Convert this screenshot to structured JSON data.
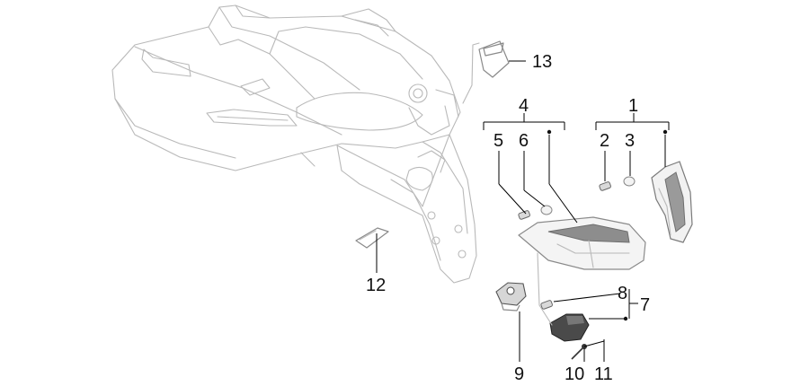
{
  "callouts": {
    "c1": "1",
    "c2": "2",
    "c3": "3",
    "c4": "4",
    "c5": "5",
    "c6": "6",
    "c7": "7",
    "c8": "8",
    "c9": "9",
    "c10": "10",
    "c11": "11",
    "c12": "12",
    "c13": "13"
  },
  "colors": {
    "outline": "#b9b9b9",
    "lens": "#6e6e6e",
    "label": "#111111"
  }
}
